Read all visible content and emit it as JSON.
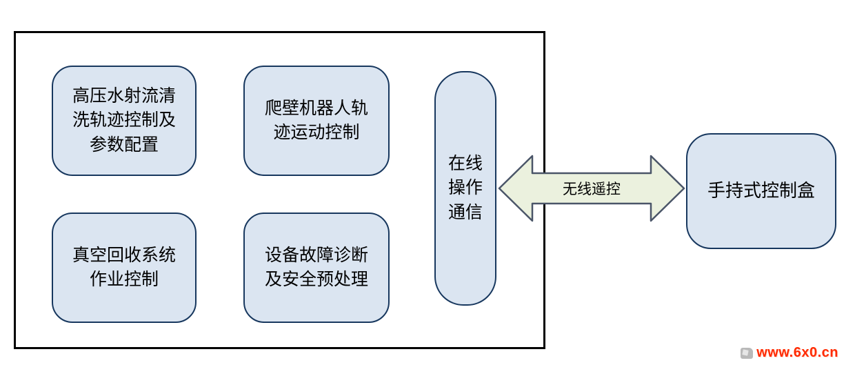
{
  "colors": {
    "box_fill": "#dbe5f1",
    "box_border": "#17375e",
    "outer_border": "#000000",
    "arrow_fill": "#ebf1de",
    "arrow_border": "#4a5568",
    "text": "#000000",
    "watermark_red": "#ff2a00"
  },
  "panel_boxes": [
    {
      "label": "高压水射流清\n洗轨迹控制及\n参数配置"
    },
    {
      "label": "爬壁机器人轨\n迹运动控制"
    },
    {
      "label": "真空回收系统\n作业控制"
    },
    {
      "label": "设备故障诊断\n及安全预处理"
    }
  ],
  "comm_box": {
    "label": "在线\n操作\n通信"
  },
  "arrow": {
    "label": "无线遥控"
  },
  "remote_box": {
    "label": "手持式控制盒"
  },
  "watermark": {
    "text": "www.6x0.cn"
  }
}
